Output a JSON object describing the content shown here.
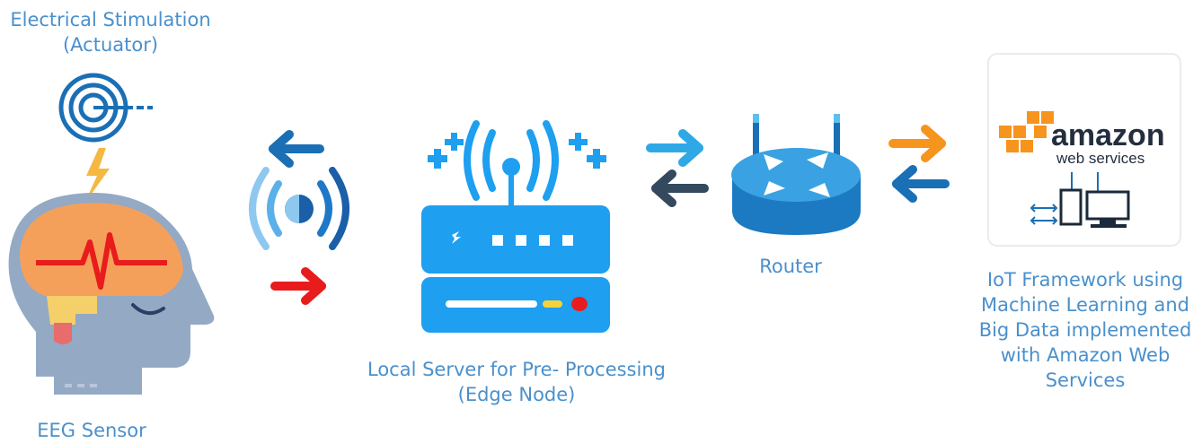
{
  "labels": {
    "actuator_line1": "Electrical Stimulation",
    "actuator_line2": "(Actuator)",
    "eeg": "EEG Sensor",
    "server_line1": "Local Server for Pre- Processing",
    "server_line2": "(Edge Node)",
    "router": "Router",
    "iot_line1": "IoT Framework using",
    "iot_line2": "Machine Learning and",
    "iot_line3": "Big Data implemented",
    "iot_line4": "with Amazon Web",
    "iot_line5": "Services"
  },
  "aws": {
    "brand": "amazon",
    "sub": "web services"
  },
  "colors": {
    "label_blue": "#4a90cc",
    "arrow_blue": "#1a6fb5",
    "arrow_light": "#2fa8e6",
    "arrow_dark": "#34495e",
    "arrow_red": "#e81c1c",
    "arrow_orange": "#f7941d",
    "server_blue": "#1e9ff0",
    "aws_orange": "#f7941d",
    "brain_orange": "#f5a05a",
    "head_gray": "#94a9c4"
  },
  "icons": [
    "target-icon",
    "lightning-icon",
    "head-icon",
    "wifi-signal-icon",
    "server-icon",
    "router-icon",
    "computer-icon"
  ]
}
